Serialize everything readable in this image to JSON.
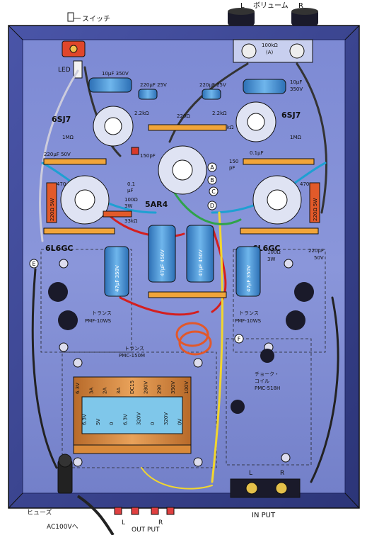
{
  "header": {
    "switch_label": "スイッチ",
    "volume_label": "ボリューム",
    "vol_left": "L",
    "vol_right": "R",
    "vol_resistor": "100kΩ",
    "vol_type": "(A)",
    "led_label": "LED"
  },
  "tubes": {
    "left_preamp": "6SJ7",
    "right_preamp": "6SJ7",
    "rectifier": "5AR4",
    "left_power": "6L6GC",
    "right_power": "6L6GC"
  },
  "components": {
    "cap_10u_350_left": "10μF 350V",
    "cap_10u_350_right_a": "10μF",
    "cap_10u_350_right_b": "350V",
    "cap_220u_25_left": "220μF 25V",
    "cap_220u_25_right": "220μF 25V",
    "res_22k_left": "2.2kΩ",
    "res_22k_right": "2.2kΩ",
    "res_1m_left": "1MΩ",
    "res_1m_right": "1MΩ",
    "res_220": "220Ω",
    "res_33k": "33kΩ",
    "cap_150p_left": "150pF",
    "cap_150p_right_a": "150",
    "cap_150p_right_b": "pF",
    "cap_01u_left_a": "0.1",
    "cap_01u_left_b": "μF",
    "cap_01u_right": "0.1μF",
    "cap_220u_50_left": "220μF 50V",
    "cap_220u_50_right_a": "220μF",
    "cap_220u_50_right_b": "50V",
    "res_470_left": "470",
    "res_470_right": "470",
    "res_100_left_a": "100Ω",
    "res_100_left_b": "3W",
    "res_100_right_a": "100Ω",
    "res_100_right_b": "3W",
    "res_220_5w_left": "220Ω 5W",
    "res_220_5w_right": "220Ω 5W",
    "res_33k_lower": "33kΩ",
    "ecap_47u_450_a": "47μF 450V",
    "ecap_47u_450_b": "47μF 450V",
    "ecap_47u_350_left": "47μF 350V",
    "ecap_47u_350_right": "47μF 350V"
  },
  "transformers": {
    "output_left_a": "トランス",
    "output_left_b": "PMF-10WS",
    "output_right_a": "トランス",
    "output_right_b": "PMF-10WS",
    "power_a": "トランス",
    "power_b": "PMC-150M",
    "choke_a": "チョーク・",
    "choke_b": "コイル",
    "choke_c": "PMC-518H",
    "taps": [
      "6.3V",
      "6.3V",
      "3A",
      "5V",
      "2A",
      "0",
      "3A",
      "6.3V",
      "DC15",
      "320V",
      "280V",
      "0",
      "290",
      "320V",
      "350V",
      "0V",
      "100V"
    ]
  },
  "bottom": {
    "fuse_label": "ヒューズ",
    "ac_label": "AC100Vへ",
    "output_label": "OUT PUT",
    "output_left": "L",
    "output_right": "R",
    "input_label": "IN PUT",
    "input_left": "L",
    "input_right": "R"
  },
  "markers": [
    "A",
    "B",
    "C",
    "D",
    "E",
    "F"
  ]
}
